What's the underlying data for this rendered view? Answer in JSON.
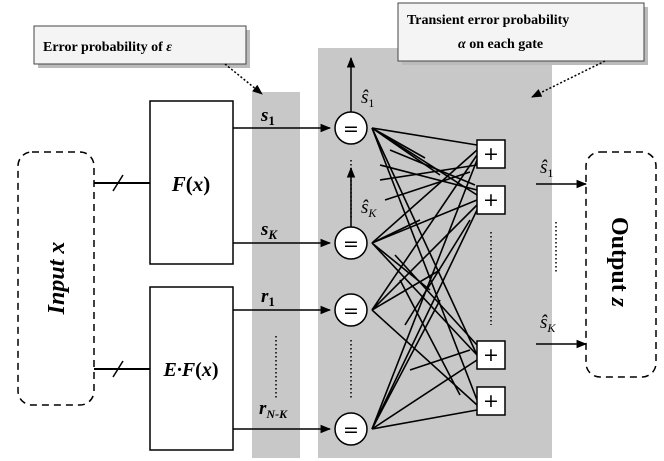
{
  "callouts": {
    "left_prefix": "Error probability of ",
    "left_symbol": "ε",
    "right_line1": "Transient error probability",
    "right_line2_symbol": "α",
    "right_line2_suffix": " on each gate"
  },
  "input": {
    "label": "Input",
    "var": "x"
  },
  "output": {
    "label": "Output",
    "var": "z"
  },
  "blocks": {
    "f_func": "F",
    "f_var": "x",
    "ef_prefix": "E·F",
    "ef_var": "x"
  },
  "signals": {
    "s": "s",
    "r": "r",
    "sub_1": "1",
    "sub_K": "K",
    "sub_NK": "N-K",
    "shat": "ŝ"
  },
  "gates": {
    "eq_symbol": "=",
    "plus_symbol": "+"
  },
  "ellipsis_dots": "......",
  "colors": {
    "shade": "#c8c8c8",
    "line": "#000000",
    "callout_bg": "#f4f4f4"
  }
}
